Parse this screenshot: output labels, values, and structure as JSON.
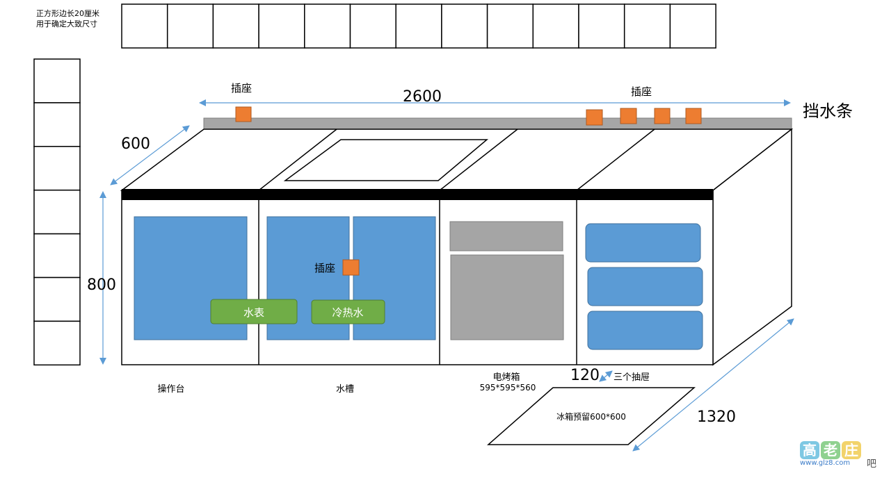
{
  "note": {
    "line1": "正方形边长20厘米",
    "line2": "用于确定大致尺寸"
  },
  "grid": {
    "top_count": 13,
    "left_count": 7
  },
  "dimensions": {
    "width": "2600",
    "depth": "600",
    "height": "800",
    "gap": "120",
    "side_length": "1320"
  },
  "labels": {
    "socket": "插座",
    "backsplash": "挡水条",
    "water_meter": "水表",
    "hot_cold_water": "冷热水",
    "worktable": "操作台",
    "sink": "水槽",
    "oven": "电烤箱",
    "oven_size": "595*595*560",
    "drawers": "三个抽屉",
    "fridge_reserve": "冰箱预留600*600"
  },
  "colors": {
    "door_blue": "#5b9bd5",
    "socket_orange": "#ed7d31",
    "pipe_green": "#70ad47",
    "oven_gray": "#a5a5a5",
    "backsplash_gray": "#a6a6a6",
    "arrow_blue": "#5b9bd5"
  },
  "watermark": {
    "glyphs": [
      "高",
      "老",
      "庄"
    ],
    "url": "www.glz8.com",
    "suffix": "吧"
  }
}
